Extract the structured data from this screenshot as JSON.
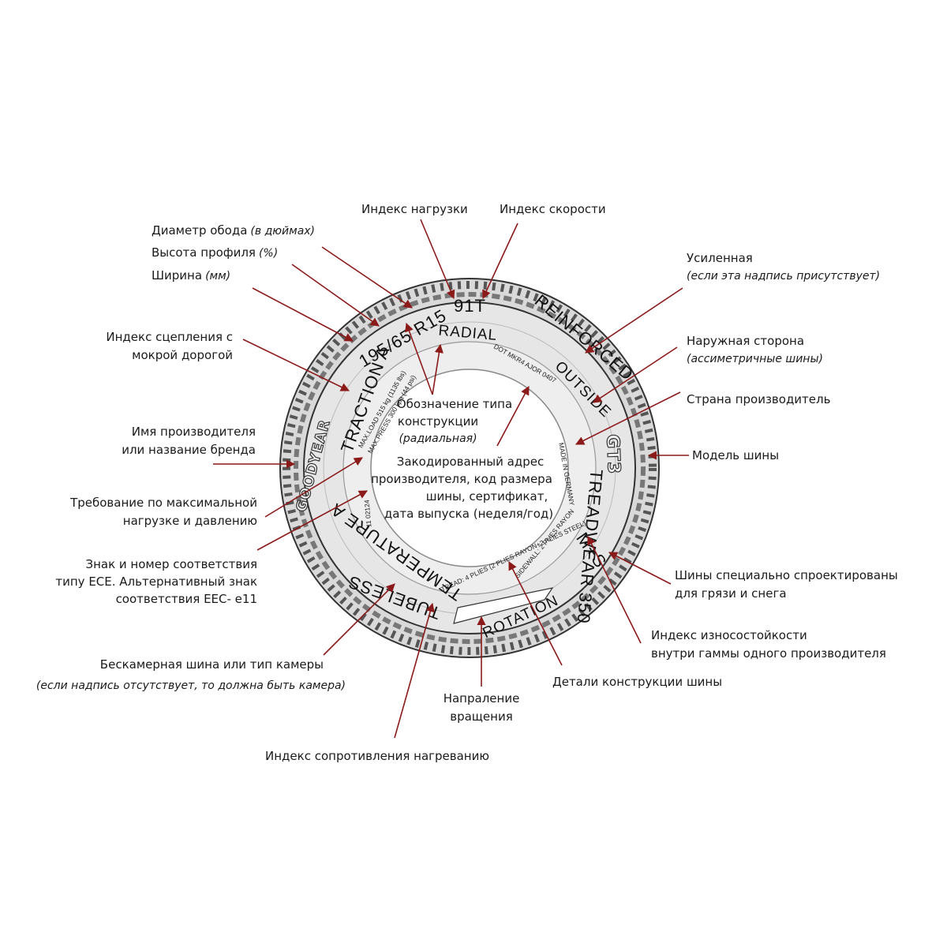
{
  "tire": {
    "size": "195/65 R15",
    "load_speed": "91T",
    "reinforced": "REINFORCED",
    "radial": "RADIAL",
    "outside": "OUTSIDE",
    "dot": "DOT MKR4 AJOR 0407",
    "made_in": "MADE IN GERMANY",
    "model": "GT3",
    "treadwear": "TREADWEAR 350",
    "ms": "M+S",
    "construction": "TREAD: 4 PLIES (2 PLIES RAYON+2 PLIES STEEL)",
    "sidewall": "SIDEWALL: 2 PLIES RAYON",
    "rotation": "ROTATION",
    "tubeless": "TUBELESS",
    "temperature": "TEMPERATURE A",
    "brand": "GOODYEAR",
    "traction": "TRACTION A",
    "max_load": "MAX.LOAD 515 kg (1135 lbs)",
    "max_press": "MAX.PRESS 300 kpa (44 psi)",
    "ece": "11 02124"
  },
  "labels": {
    "load_index": "Индекс нагрузки",
    "speed_index": "Индекс скорости",
    "rim_diameter": "Диаметр обода",
    "rim_diameter_note": "(в дюймах)",
    "profile_height": "Высота профиля",
    "profile_height_note": "(%)",
    "width": "Ширина",
    "width_note": "(мм)",
    "wet_grip_1": "Индекс сцепления с",
    "wet_grip_2": "мокрой дорогой",
    "brand_1": "Имя производителя",
    "brand_2": "или название бренда",
    "max_load_1": "Требование по максимальной",
    "max_load_2": "нагрузке и давлению",
    "ece_1": "Знак и номер соответствия",
    "ece_2": "типу ECE. Альтернативный знак",
    "ece_3": "соответствия EEC- e11",
    "tubeless_1": "Бескамерная шина или тип камеры",
    "tubeless_2": "(если надпись отсутствует, то должна быть камера)",
    "heat_resistance": "Индекс сопротивления нагреванию",
    "rotation_1": "Напраление",
    "rotation_2": "вращения",
    "construction_details": "Детали конструкции шины",
    "treadwear_1": "Индекс износостойкости",
    "treadwear_2": "внутри гаммы одного производителя",
    "mud_snow_1": "Шины специально спроектированы",
    "mud_snow_2": "для грязи и снега",
    "model": "Модель шины",
    "country": "Страна производитель",
    "outside_1": "Наружная сторона",
    "outside_2": "(ассиметричные шины)",
    "reinforced_1": "Усиленная",
    "reinforced_2": "(если эта надпись присутствует)",
    "radial_1": "Обозначение типа",
    "radial_2": "конструкции",
    "radial_3": "(радиальная)",
    "dot_1": "Закодированный адрес",
    "dot_2": "производителя, код размера",
    "dot_3": "шины, сертификат,",
    "dot_4": "дата выпуска (неделя/год)"
  },
  "colors": {
    "arrow": "#8b1a1a",
    "tire_fill": "#e6e6e6",
    "tread": "#d9d9d9"
  }
}
